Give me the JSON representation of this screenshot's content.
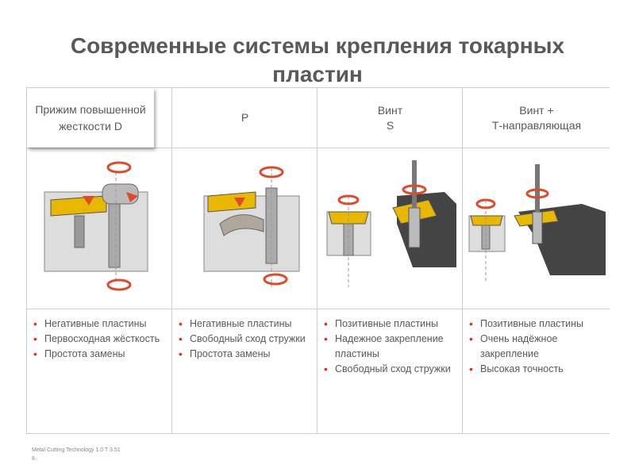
{
  "title": "Современные системы крепления токарных пластин",
  "columns": [
    {
      "header": [
        "Прижим",
        "повышенной",
        "жесткости D"
      ],
      "bullets": [
        "Негативные пластины",
        "Первосходная жёсткость",
        "Простота замены"
      ]
    },
    {
      "header": [
        "P"
      ],
      "bullets": [
        "Негативные пластины",
        "Свободный сход стружки",
        "Простота замены"
      ]
    },
    {
      "header": [
        "Винт",
        "S"
      ],
      "bullets": [
        "Позитивные пластины",
        "Надежное закрепление пластины",
        "Свободный сход стружки"
      ]
    },
    {
      "header": [
        "Винт +",
        "Т-направляющая"
      ],
      "bullets": [
        "Позитивные пластины",
        "Очень надёжное закрепление",
        "Высокая точность"
      ]
    }
  ],
  "footer": "Metal Cutting Technology 1.0 T 3.51",
  "page_number": "8",
  "colors": {
    "bullet": "#e0301e",
    "insert": "#e8b800",
    "arrow": "#e04a2a"
  }
}
